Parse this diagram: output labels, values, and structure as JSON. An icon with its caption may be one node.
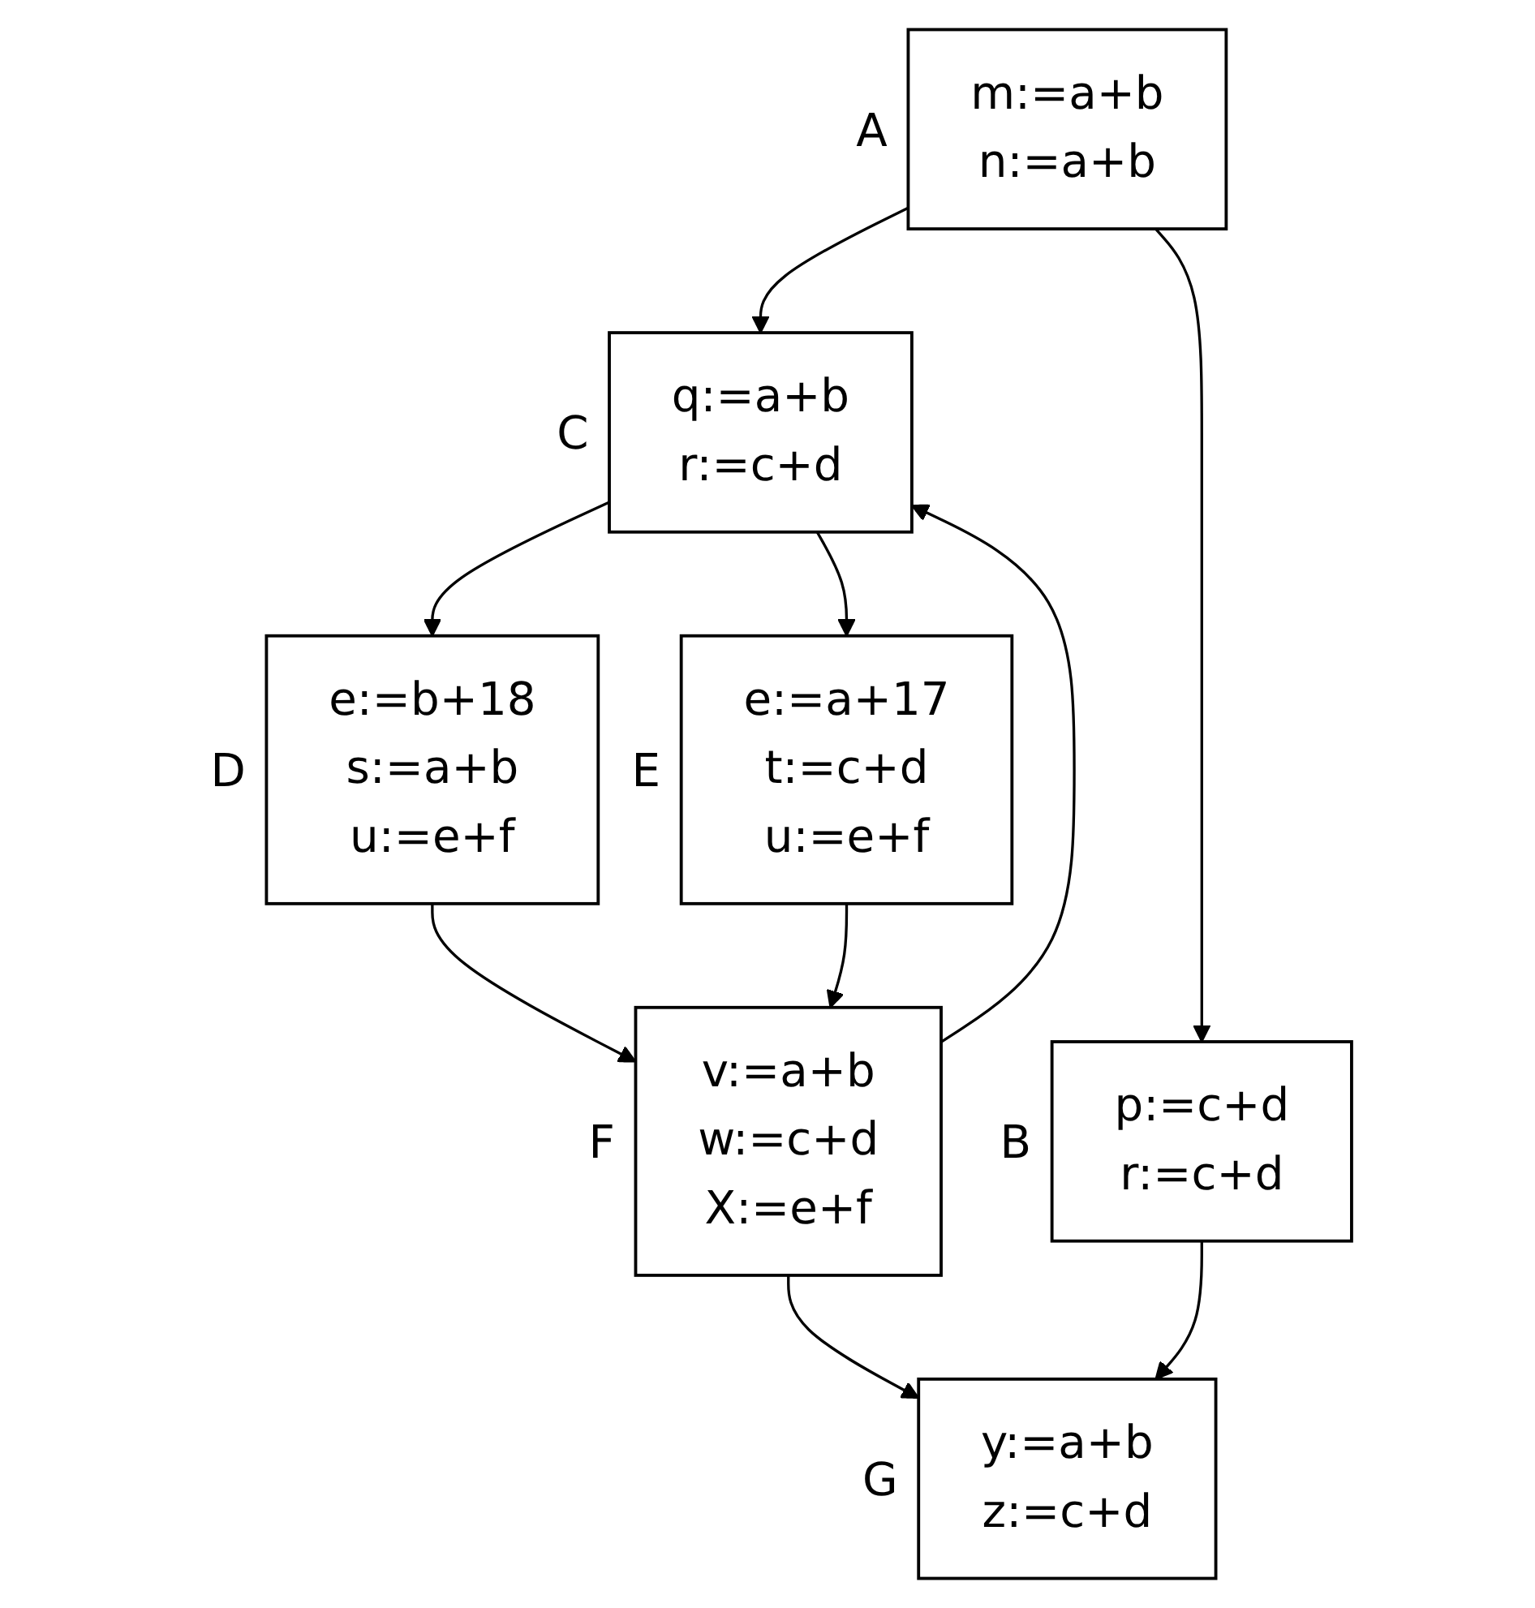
{
  "diagram": {
    "nodes": [
      {
        "text": [
          "m:=a+b",
          "n:=a+b"
        ],
        "beside": [
          "A"
        ]
      },
      {
        "text": [
          "p:=c+d",
          "r:=c+d"
        ],
        "beside": [
          "B"
        ]
      },
      {
        "text": [
          "q:=a+b",
          "r:=c+d"
        ],
        "beside": [
          "C"
        ]
      },
      {
        "text": [
          "e:=b+18",
          "s:=a+b",
          "u:=e+f"
        ],
        "beside": [
          "D"
        ]
      },
      {
        "text": [
          "e:=a+17",
          "t:=c+d",
          "u:=e+f"
        ],
        "beside": [
          "E"
        ]
      },
      {
        "text": [
          "v:=a+b",
          "w:=c+d",
          "X:=e+f"
        ],
        "beside": [
          "F"
        ]
      },
      {
        "text": [
          "y:=a+b",
          "z:=c+d"
        ],
        "beside": [
          "G"
        ]
      }
    ],
    "edges": [
      {
        "from": 0,
        "to": 1,
        "arrow": "to"
      },
      {
        "from": 0,
        "to": 2,
        "arrow": "to"
      },
      {
        "from": 2,
        "to": 3,
        "arrow": "to"
      },
      {
        "from": 2,
        "to": 4,
        "arrow": "to"
      },
      {
        "from": 3,
        "to": 5,
        "arrow": "to"
      },
      {
        "from": 4,
        "to": 5,
        "arrow": "to"
      },
      {
        "from": 5,
        "to": 6,
        "arrow": "to"
      },
      {
        "from": 1,
        "to": 6,
        "arrow": "to"
      },
      {
        "from": 5,
        "to": 2,
        "arrow": "to"
      }
    ]
  }
}
